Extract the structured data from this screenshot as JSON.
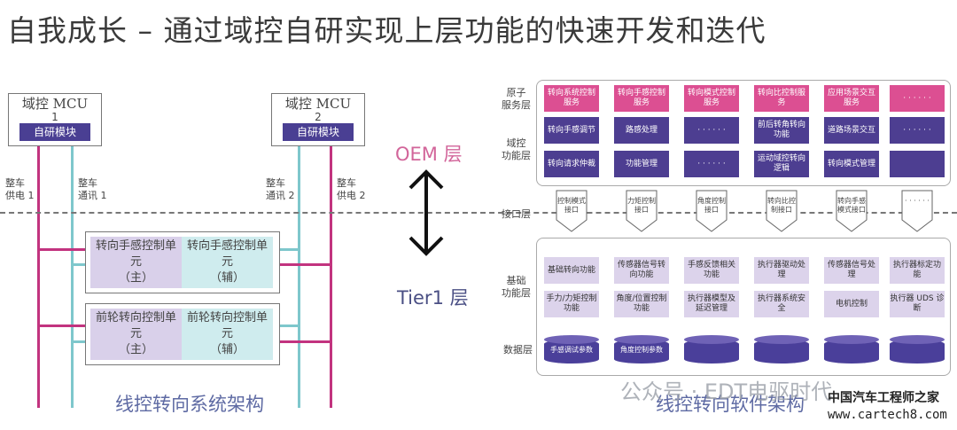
{
  "title": "自我成长 – 通过域控自研实现上层功能的快速开发和迭代",
  "left": {
    "mcu1": {
      "label": "域控 MCU",
      "num": "1",
      "module": "自研模块"
    },
    "mcu2": {
      "label": "域控 MCU",
      "num": "2",
      "module": "自研模块"
    },
    "signals": {
      "power1": "整车\n供电 1",
      "comm1": "整车\n通讯 1",
      "comm2": "整车\n通讯 2",
      "power2": "整车\n供电 2"
    },
    "ecu1": {
      "left": "转向手感控制单元\n（主）",
      "right": "转向手感控制单元\n（辅）"
    },
    "ecu2": {
      "left": "前轮转向控制单元\n（主）",
      "right": "前轮转向控制单元\n（辅）"
    },
    "caption": "线控转向系统架构"
  },
  "center": {
    "oem": "OEM 层",
    "tier1": "Tier1 层"
  },
  "right": {
    "layers": {
      "atomic": "原子\n服务层",
      "domain": "域控\n功能层",
      "interface": "接口层",
      "base": "基础\n功能层",
      "data": "数据层"
    },
    "atomic_row": [
      "转向系统控制服务",
      "转向手感控制服务",
      "转向模式控制服务",
      "转向比控制服务",
      "应用场景交互服务",
      "· · · · · ·"
    ],
    "domain_row1": [
      "转向手感调节",
      "路感处理",
      "· · · · · ·",
      "前后转角转向功能",
      "道路场景交互",
      "· · · · · ·"
    ],
    "domain_row2": [
      "转向请求仲裁",
      "功能管理",
      "· · · · · ·",
      "运动域控转向逻辑",
      "转向模式管理",
      ""
    ],
    "interfaces": [
      "控制模式接口",
      "力矩控制接口",
      "角度控制接口",
      "转向比控制接口",
      "转向手感模式接口",
      "· · · · · ·"
    ],
    "base_row1": [
      "基础转向功能",
      "传感器信号转向功能",
      "手感反馈相关功能",
      "执行器驱动处理",
      "传感器信号处理",
      "执行器标定功能"
    ],
    "base_row2": [
      "手力/力矩控制功能",
      "角度/位置控制功能",
      "执行器模型及延迟管理",
      "执行器系统安全",
      "电机控制",
      "执行器 UDS 诊断"
    ],
    "data_row": [
      "手感调试参数",
      "角度控制参数",
      "",
      "",
      "",
      ""
    ],
    "caption": "线控转向软件架构"
  },
  "watermark": {
    "wechat": "公众号 · EDT电驱时代",
    "site_cn": "中国汽车工程师之家",
    "site_url": "www.cartech8.com"
  },
  "colors": {
    "pink": "#dc4f92",
    "purple": "#4d3e91",
    "teal": "#7ec7cc",
    "magenta": "#c2337f",
    "lilac": "#dcd3eb"
  }
}
